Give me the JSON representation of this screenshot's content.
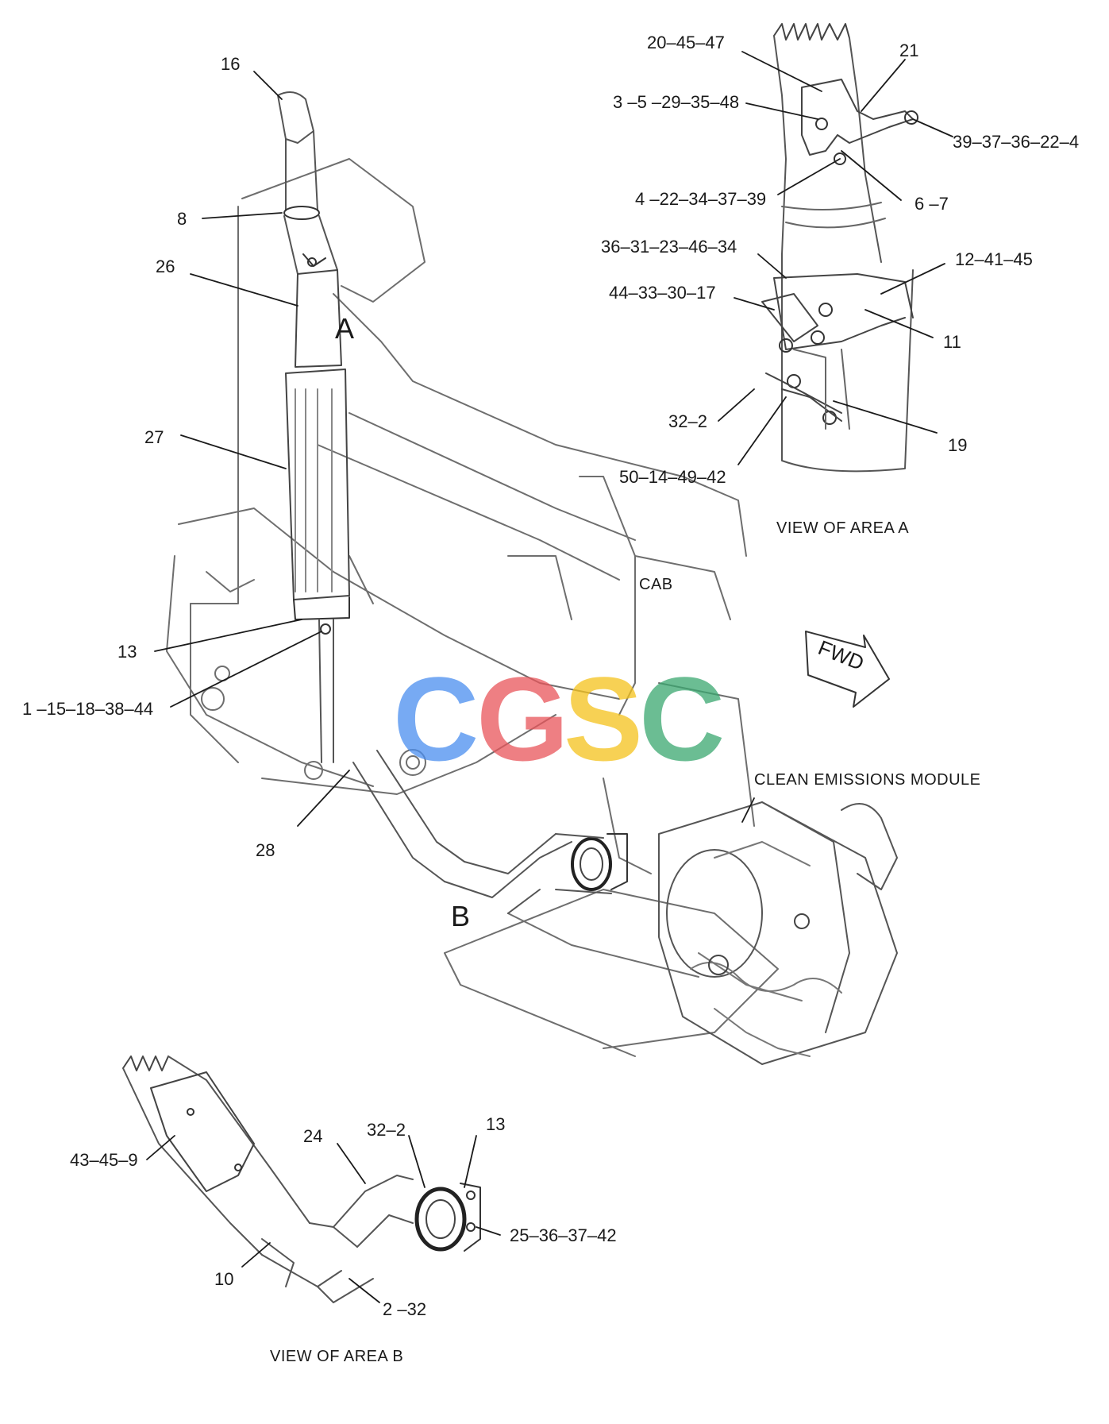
{
  "colors": {
    "line": "#6e6e6e",
    "dark": "#1a1a1a",
    "watermark_c1": "#4a8ef0",
    "watermark_g": "#e9555a",
    "watermark_s": "#f5c21b",
    "watermark_c2": "#3aa870"
  },
  "watermark": {
    "c1": "C",
    "g": "G",
    "s": "S",
    "c2": "C"
  },
  "labels": {
    "l16": "16",
    "l8": "8",
    "l26": "26",
    "l27": "27",
    "l13_main": "13",
    "l1_15_18_38_44": "1 –15–18–38–44",
    "l28": "28",
    "areaA": "A",
    "areaB": "B",
    "cab": "CAB",
    "fwd": "FWD",
    "clean_emissions_module": "CLEAN EMISSIONS MODULE",
    "l20_45_47": "20–45–47",
    "l21": "21",
    "l3_5_29_35_48": "3 –5 –29–35–48",
    "l39_37_36_22_4": "39–37–36–22–4",
    "l4_22_34_37_39": "4 –22–34–37–39",
    "l6_7": "6 –7",
    "l36_31_23_46_34": "36–31–23–46–34",
    "l12_41_45": "12–41–45",
    "l44_33_30_17": "44–33–30–17",
    "l11": "11",
    "l32_2_a": "32–2",
    "l19": "19",
    "l50_14_49_42": "50–14–49–42",
    "view_a": "VIEW OF AREA A",
    "l43_45_9": "43–45–9",
    "l24": "24",
    "l32_2_b": "32–2",
    "l13_b": "13",
    "l25_36_37_42": "25–36–37–42",
    "l10": "10",
    "l2_32": "2 –32",
    "view_b": "VIEW OF AREA B"
  }
}
